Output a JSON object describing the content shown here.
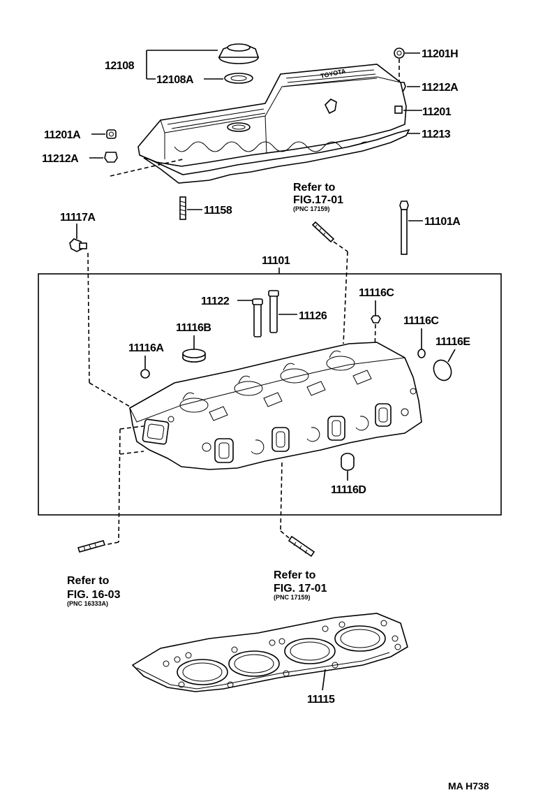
{
  "diagram": {
    "parts": {
      "p12108": "12108",
      "p12108A": "12108A",
      "p11201H": "11201H",
      "p11212A_top": "11212A",
      "p11201": "11201",
      "p11213": "11213",
      "p11201A": "11201A",
      "p11212A_left": "11212A",
      "p11158": "11158",
      "p11117A": "11117A",
      "p11101A": "11101A",
      "p11101": "11101",
      "p11122": "11122",
      "p11126": "11126",
      "p11116C_a": "11116C",
      "p11116C_b": "11116C",
      "p11116B": "11116B",
      "p11116A": "11116A",
      "p11116E": "11116E",
      "p11116D": "11116D",
      "p11115": "11115"
    },
    "refs": {
      "ref_top": {
        "line1": "Refer to",
        "line2": "FIG.17-01",
        "pnc": "(PNC 17159)"
      },
      "ref_left": {
        "line1": "Refer to",
        "line2": "FIG. 16-03",
        "pnc": "(PNC 16333A)"
      },
      "ref_bottom": {
        "line1": "Refer to",
        "line2": "FIG. 17-01",
        "pnc": "(PNC 17159)"
      }
    },
    "drawing_code": "MA H738"
  }
}
